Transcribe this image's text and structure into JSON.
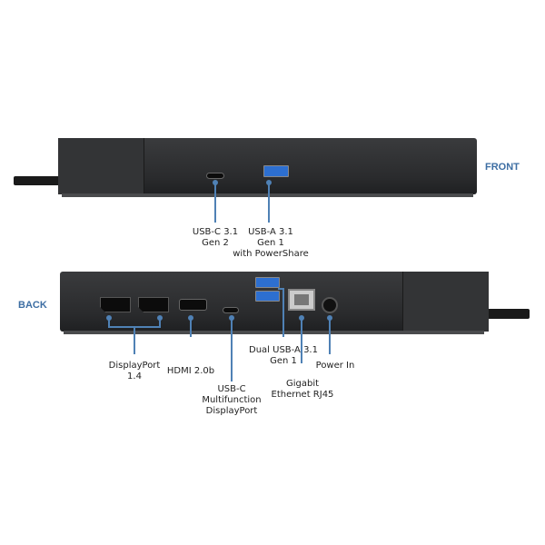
{
  "front": {
    "title": "FRONT",
    "labels": {
      "usb_c": "USB-C 3.1\nGen 2",
      "usb_a": "USB-A 3.1\nGen 1\nwith PowerShare"
    }
  },
  "back": {
    "title": "BACK",
    "labels": {
      "displayport": "DisplayPort\n1.4",
      "hdmi": "HDMI 2.0b",
      "usb_c": "USB-C\nMultifunction\nDisplayPort",
      "usb_a": "Dual USB-A 3.1\nGen 1",
      "ethernet": "Gigabit\nEthernet RJ45",
      "power": "Power In"
    }
  },
  "colors": {
    "accent": "#3d6ea3",
    "callout": "#4f81b5",
    "device": "#2c2d2f"
  }
}
